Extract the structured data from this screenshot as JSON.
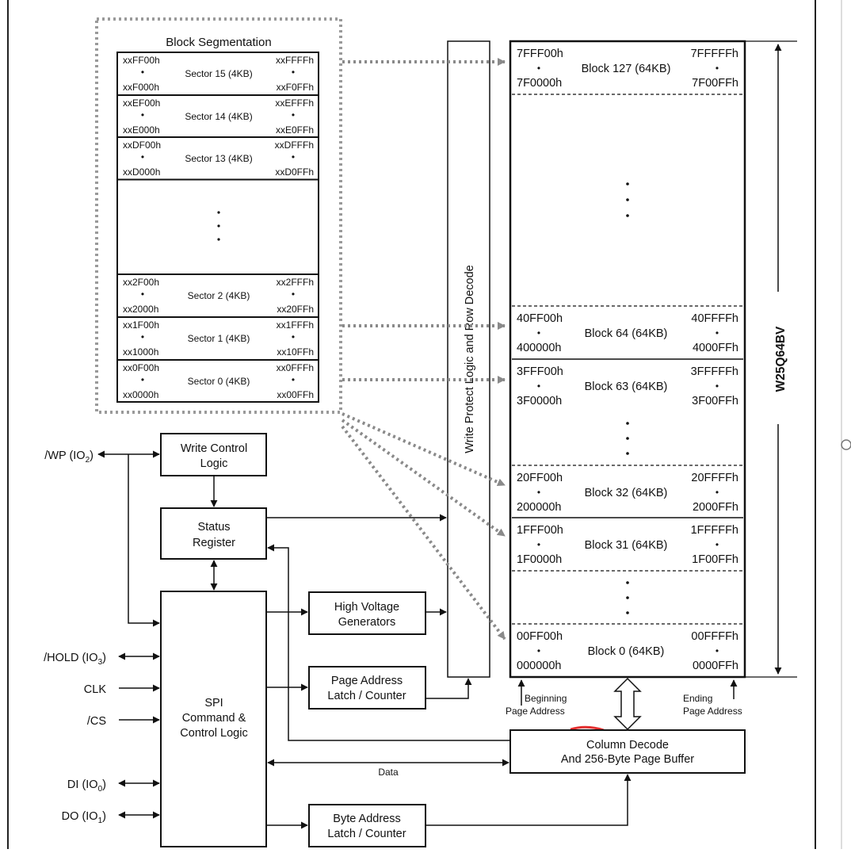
{
  "colors": {
    "line": "#111111",
    "dotted_arrow": "#8a8a8a",
    "red_mark": "#e53030",
    "frame_gray": "#9a9a9a"
  },
  "block_segmentation": {
    "title": "Block Segmentation",
    "dots": "•",
    "sectors": [
      {
        "top_left": "xxFF00h",
        "top_right": "xxFFFFh",
        "label": "Sector 15 (4KB)",
        "bottom_left": "xxF000h",
        "bottom_right": "xxF0FFh"
      },
      {
        "top_left": "xxEF00h",
        "top_right": "xxEFFFh",
        "label": "Sector 14 (4KB)",
        "bottom_left": "xxE000h",
        "bottom_right": "xxE0FFh"
      },
      {
        "top_left": "xxDF00h",
        "top_right": "xxDFFFh",
        "label": "Sector 13 (4KB)",
        "bottom_left": "xxD000h",
        "bottom_right": "xxD0FFh"
      },
      {
        "top_left": "xx2F00h",
        "top_right": "xx2FFFh",
        "label": "Sector 2 (4KB)",
        "bottom_left": "xx2000h",
        "bottom_right": "xx20FFh"
      },
      {
        "top_left": "xx1F00h",
        "top_right": "xx1FFFh",
        "label": "Sector 1 (4KB)",
        "bottom_left": "xx1000h",
        "bottom_right": "xx10FFh"
      },
      {
        "top_left": "xx0F00h",
        "top_right": "xx0FFFh",
        "label": "Sector 0 (4KB)",
        "bottom_left": "xx0000h",
        "bottom_right": "xx00FFh"
      }
    ]
  },
  "memory_array": {
    "blocks": [
      {
        "top_left": "7FFF00h",
        "top_right": "7FFFFFh",
        "label": "Block 127 (64KB)",
        "bottom_left": "7F0000h",
        "bottom_right": "7F00FFh"
      },
      {
        "top_left": "40FF00h",
        "top_right": "40FFFFh",
        "label": "Block 64 (64KB)",
        "bottom_left": "400000h",
        "bottom_right": "4000FFh"
      },
      {
        "top_left": "3FFF00h",
        "top_right": "3FFFFFh",
        "label": "Block 63 (64KB)",
        "bottom_left": "3F0000h",
        "bottom_right": "3F00FFh"
      },
      {
        "top_left": "20FF00h",
        "top_right": "20FFFFh",
        "label": "Block 32 (64KB)",
        "bottom_left": "200000h",
        "bottom_right": "2000FFh"
      },
      {
        "top_left": "1FFF00h",
        "top_right": "1FFFFFh",
        "label": "Block 31 (64KB)",
        "bottom_left": "1F0000h",
        "bottom_right": "1F00FFh"
      },
      {
        "top_left": "00FF00h",
        "top_right": "00FFFFh",
        "label": "Block 0 (64KB)",
        "bottom_left": "000000h",
        "bottom_right": "0000FFh"
      }
    ],
    "device_name": "W25Q64BV"
  },
  "write_protect_label": "Write Protect Logic and Row Decode",
  "boxes": {
    "write_control": [
      "Write Control",
      "Logic"
    ],
    "status_register": [
      "Status",
      "Register"
    ],
    "high_voltage": [
      "High Voltage",
      "Generators"
    ],
    "page_address_latch": [
      "Page Address",
      "Latch / Counter"
    ],
    "spi_control": [
      "SPI",
      "Command &",
      "Control Logic"
    ],
    "byte_address_latch": [
      "Byte Address",
      "Latch / Counter"
    ],
    "column_decode": [
      "Column Decode",
      "And 256-Byte Page Buffer"
    ]
  },
  "pins": {
    "wp": {
      "name": "/WP (IO",
      "sub": "2",
      "close": ")"
    },
    "hold": {
      "name": "/HOLD (IO",
      "sub": "3",
      "close": ")"
    },
    "clk": {
      "name": "CLK"
    },
    "cs": {
      "name": "/CS"
    },
    "di": {
      "name": "DI (IO",
      "sub": "0",
      "close": ")"
    },
    "do": {
      "name": "DO (IO",
      "sub": "1",
      "close": ")"
    }
  },
  "labels": {
    "beginning_page_address": [
      "Beginning",
      "Page Address"
    ],
    "ending_page_address": [
      "Ending",
      "Page Address"
    ],
    "data": "Data"
  }
}
